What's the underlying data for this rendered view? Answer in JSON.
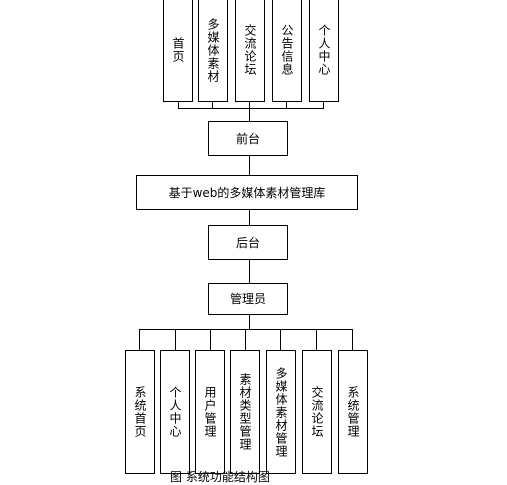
{
  "diagram": {
    "top_modules": [
      "首页",
      "多媒体素材",
      "交流论坛",
      "公告信息",
      "个人中心"
    ],
    "front_node": "前台",
    "system_node": "基于web的多媒体素材管理库",
    "back_node": "后台",
    "admin_node": "管理员",
    "bottom_modules": [
      "系统首页",
      "个人中心",
      "用户管理",
      "素材类型管理",
      "多媒体素材管理",
      "交流论坛",
      "系统管理"
    ],
    "caption": "图 系统功能结构图"
  }
}
